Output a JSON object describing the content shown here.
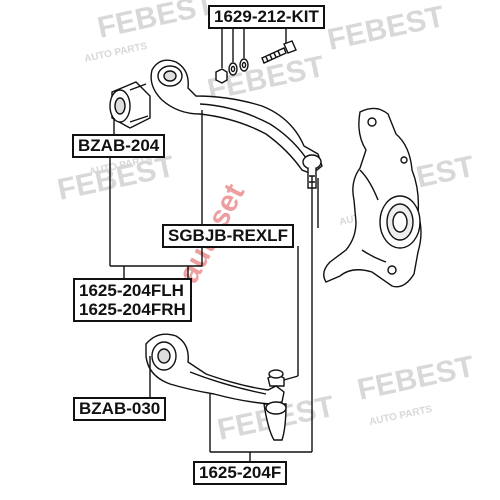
{
  "labels": {
    "kit": "1629-212-KIT",
    "bzab204": "BZAB-204",
    "sgbjb": "SGBJB-REXLF",
    "flh": "1625-204FLH",
    "frh": "1625-204FRH",
    "bzab030": "BZAB-030",
    "f": "1625-204F"
  },
  "watermarks": {
    "brand": "FEBEST",
    "auto": "AUTO PARTS",
    "site": "autoset"
  },
  "colors": {
    "line": "#111111",
    "watermark": "#d8d8d8",
    "site_watermark": "#e05050"
  }
}
